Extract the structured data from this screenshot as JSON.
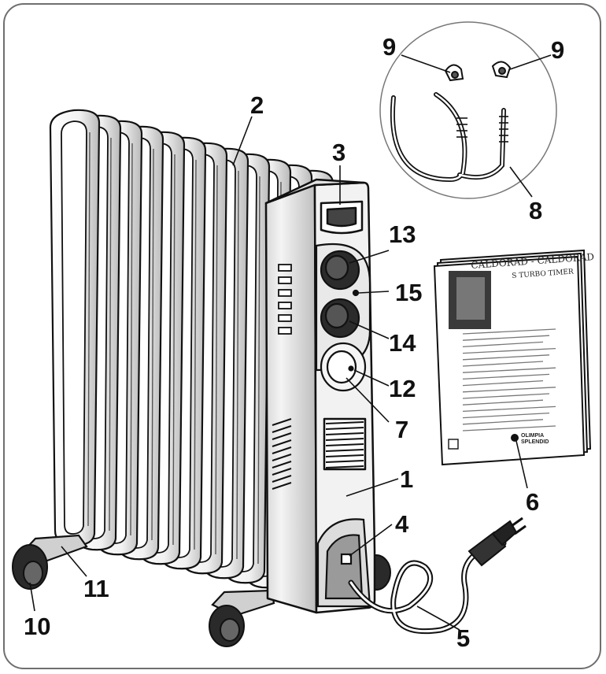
{
  "callouts": {
    "c1": "1",
    "c2": "2",
    "c3": "3",
    "c4": "4",
    "c5": "5",
    "c6": "6",
    "c7": "7",
    "c8": "8",
    "c9a": "9",
    "c9b": "9",
    "c10": "10",
    "c11": "11",
    "c12": "12",
    "c13": "13",
    "c14": "14",
    "c15": "15"
  },
  "manual": {
    "title": "CALDORAD - CALDORAD",
    "subtitle": "S TURBO TIMER",
    "brand": "OLIMPIA SPLENDID"
  },
  "colors": {
    "line": "#111111",
    "shade": "#cfcfcf",
    "panel": "#e6e6e6",
    "frame": "#6f6f6f"
  }
}
